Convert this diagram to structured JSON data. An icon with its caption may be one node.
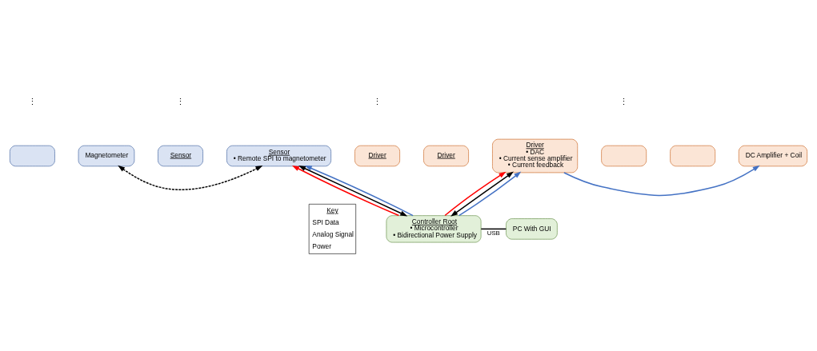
{
  "diagram": {
    "nodes": [
      {
        "text": [],
        "shape": "box"
      },
      {
        "text": [
          "Magnetometer"
        ]
      },
      {
        "text": [
          "Sensor"
        ]
      },
      {
        "text": [
          "Sensor",
          "• Remote SPI to magnetometer"
        ]
      },
      {
        "text": [
          "Driver"
        ]
      },
      {
        "text": [
          "Driver"
        ]
      },
      {
        "text": [
          "Driver",
          "• DAC",
          "• Current sense amplifier",
          "• Current feedback"
        ]
      },
      {
        "text": [],
        "shape": "box"
      },
      {
        "text": [],
        "shape": "box"
      },
      {
        "text": [
          "DC Amplifier + Coil"
        ]
      },
      {
        "text": [
          "Controller Root",
          "• Microcontroller",
          "• Bidirectional Power Supply"
        ]
      },
      {
        "text": [
          "PC With GUI"
        ]
      }
    ],
    "edges": [
      {
        "from": 1,
        "to": 3,
        "arrow": "both",
        "style": "dashed"
      },
      {
        "from": 10,
        "to": 3,
        "arrow": "to",
        "color": "#ff0000"
      },
      {
        "from": 10,
        "to": 3,
        "arrow": "both",
        "color": "#000000"
      },
      {
        "from": 10,
        "to": 3,
        "arrow": "to",
        "color": "#4472c4"
      },
      {
        "from": 10,
        "to": 6,
        "arrow": "to",
        "color": "#ff0000"
      },
      {
        "from": 10,
        "to": 6,
        "arrow": "both",
        "color": "#000000"
      },
      {
        "from": 10,
        "to": 6,
        "arrow": "to",
        "color": "#4472c4"
      },
      {
        "from": 6,
        "to": 9,
        "arrow": "to",
        "color": "#4472c4"
      },
      {
        "from": 10,
        "to": 11,
        "arrow": "none",
        "label": "USB"
      }
    ],
    "labels": [
      "⋮",
      "⋮",
      "⋮",
      "⋮",
      "Key"
    ],
    "legend": [
      {
        "text": "SPI Data"
      },
      {
        "text": "Analog Signal"
      },
      {
        "text": "Power"
      }
    ]
  }
}
